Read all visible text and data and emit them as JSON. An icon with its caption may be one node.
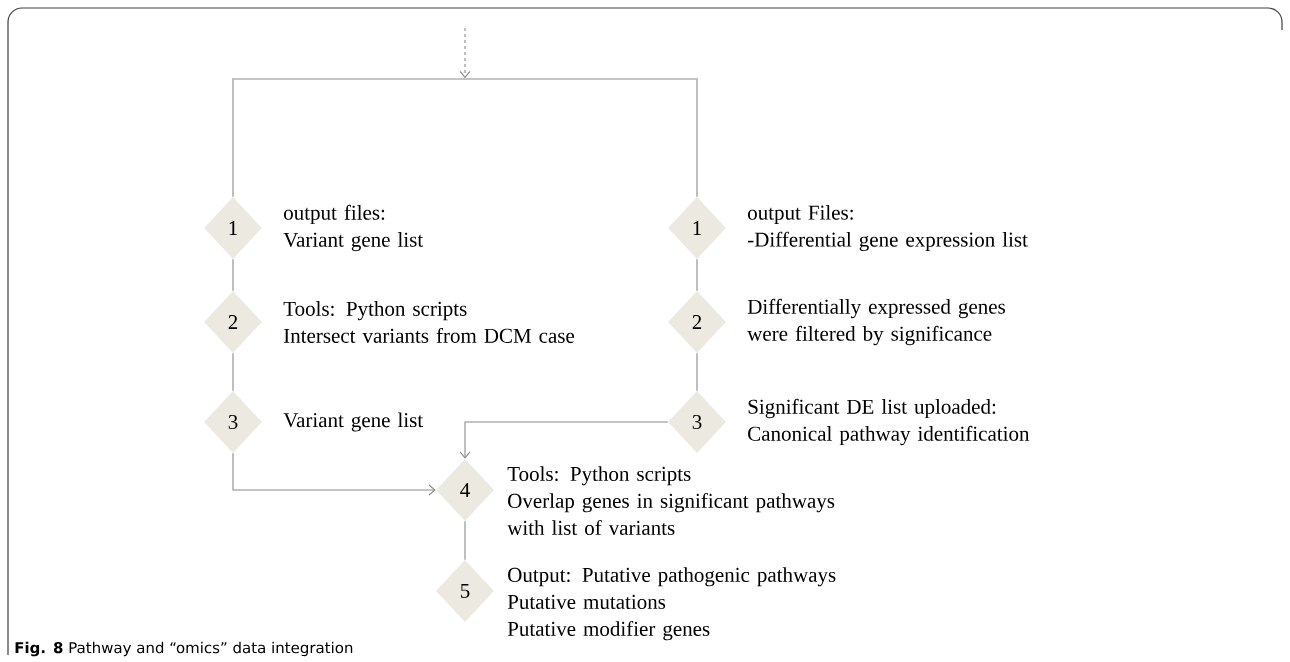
{
  "diagram": {
    "caption": "**Fig. 8** Pathway and “omics” data integration",
    "nodes": [
      {
        "text": [],
        "shape": "bar"
      },
      {
        "text": [
          "1"
        ],
        "beside": [
          "output files:",
          "Variant gene list"
        ]
      },
      {
        "text": [
          "2"
        ],
        "beside": [
          "Tools: Python scripts",
          "Intersect variants from DCM case"
        ]
      },
      {
        "text": [
          "3"
        ],
        "beside": [
          "Variant gene list"
        ]
      },
      {
        "text": [
          "1"
        ],
        "beside": [
          "output Files:",
          "-Differential gene expression list"
        ]
      },
      {
        "text": [
          "2"
        ],
        "beside": [
          "Differentially expressed genes were filtered by significance"
        ]
      },
      {
        "text": [
          "3"
        ],
        "beside": [
          "Significant DE list uploaded:",
          "Canonical pathway identification"
        ]
      },
      {
        "text": [
          "4"
        ],
        "beside": [
          "Tools: Python scripts",
          "Overlap genes in significant pathways with list of variants"
        ]
      },
      {
        "text": [
          "5"
        ],
        "beside": [
          "Output: Putative pathogenic pathways",
          "Putative mutations",
          "Putative modifier genes"
        ]
      }
    ],
    "edges": [
      {
        "from": null,
        "to": 0,
        "arrow": "to",
        "style": "dashed"
      },
      {
        "from": 0,
        "to": 1,
        "arrow": "none"
      },
      {
        "from": 0,
        "to": 4,
        "arrow": "none"
      },
      {
        "from": 1,
        "to": 2,
        "arrow": "none"
      },
      {
        "from": 2,
        "to": 3,
        "arrow": "none"
      },
      {
        "from": 4,
        "to": 5,
        "arrow": "none"
      },
      {
        "from": 5,
        "to": 6,
        "arrow": "none"
      },
      {
        "from": 3,
        "to": 7,
        "arrow": "to"
      },
      {
        "from": 6,
        "to": 7,
        "arrow": "to"
      },
      {
        "from": 7,
        "to": 8,
        "arrow": "none"
      }
    ]
  }
}
